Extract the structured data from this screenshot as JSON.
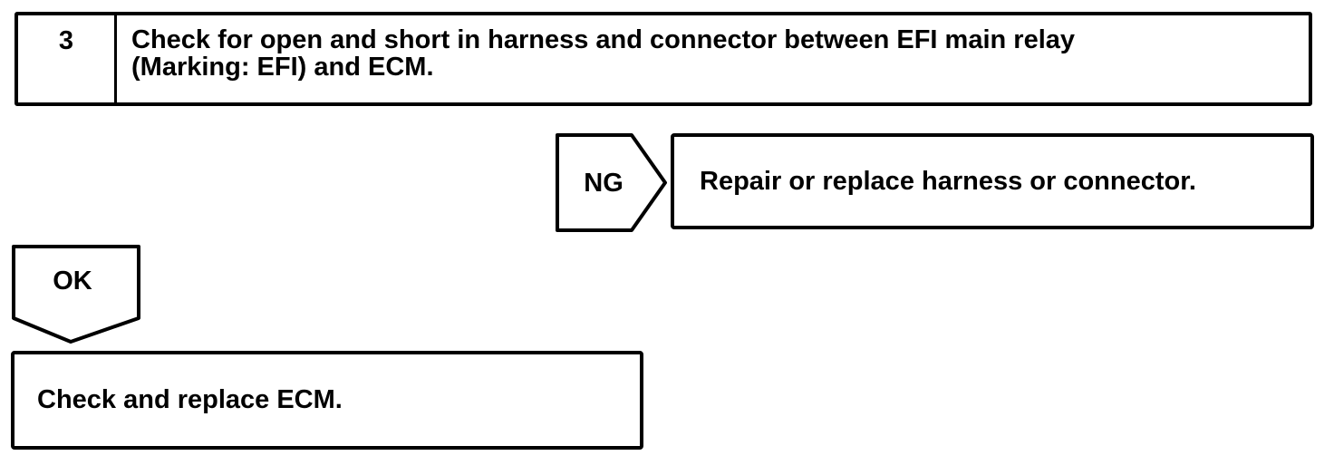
{
  "colors": {
    "ink": "#000000",
    "paper": "#ffffff"
  },
  "flowchart": {
    "step": {
      "number": "3",
      "instruction_line1": "Check for open and short in harness and connector between EFI main relay",
      "instruction_line2": "(Marking: EFI) and ECM.",
      "instruction_full": "Check for open and short in harness and connector between EFI main relay (Marking: EFI) and ECM."
    },
    "ng_branch": {
      "label": "NG",
      "action": "Repair or replace harness or connector."
    },
    "ok_branch": {
      "label": "OK",
      "action": "Check and replace ECM."
    }
  }
}
